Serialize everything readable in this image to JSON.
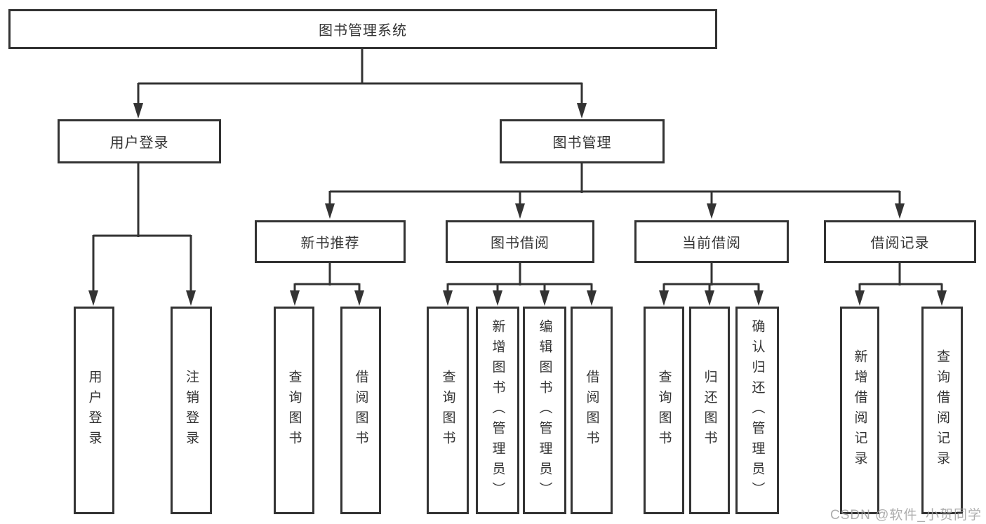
{
  "diagram": {
    "root": {
      "label": "图书管理系统"
    },
    "user_login": {
      "label": "用户登录",
      "children": [
        "用户登录",
        "注销登录"
      ]
    },
    "book_mgmt": {
      "label": "图书管理",
      "groups": [
        {
          "label": "新书推荐",
          "children": [
            "查询图书",
            "借阅图书"
          ]
        },
        {
          "label": "图书借阅",
          "children": [
            "查询图书",
            "新增图书（管理员）",
            "编辑图书（管理员）",
            "借阅图书"
          ]
        },
        {
          "label": "当前借阅",
          "children": [
            "查询图书",
            "归还图书",
            "确认归还（管理员）"
          ]
        },
        {
          "label": "借阅记录",
          "children": [
            "新增借阅记录",
            "查询借阅记录"
          ]
        }
      ]
    }
  },
  "watermark": "CSDN @软件_小贺同学",
  "colors": {
    "line": "#333333",
    "box_border": "#333333",
    "box_background": "#ffffff",
    "canvas_background": "#ffffff",
    "watermark": "#a0a0a0"
  }
}
